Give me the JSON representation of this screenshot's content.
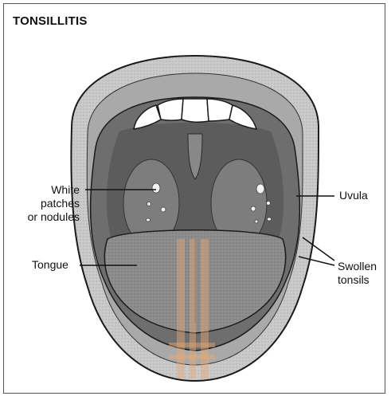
{
  "title": "TONSILLITIS",
  "labels": {
    "white_patches": [
      "White",
      "patches",
      "or nodules"
    ],
    "tongue": "Tongue",
    "uvula": "Uvula",
    "swollen_tonsils": [
      "Swollen",
      "tonsils"
    ]
  },
  "colors": {
    "outline": "#1a1a1a",
    "lips": "#c9c9c9",
    "lips_inner": "#a9a9a9",
    "mouth_interior": "#6e6e6e",
    "tongue": "#8c8c8c",
    "teeth": "#ffffff",
    "patches": "#f2f2f2",
    "watermark": "#e8a870"
  }
}
